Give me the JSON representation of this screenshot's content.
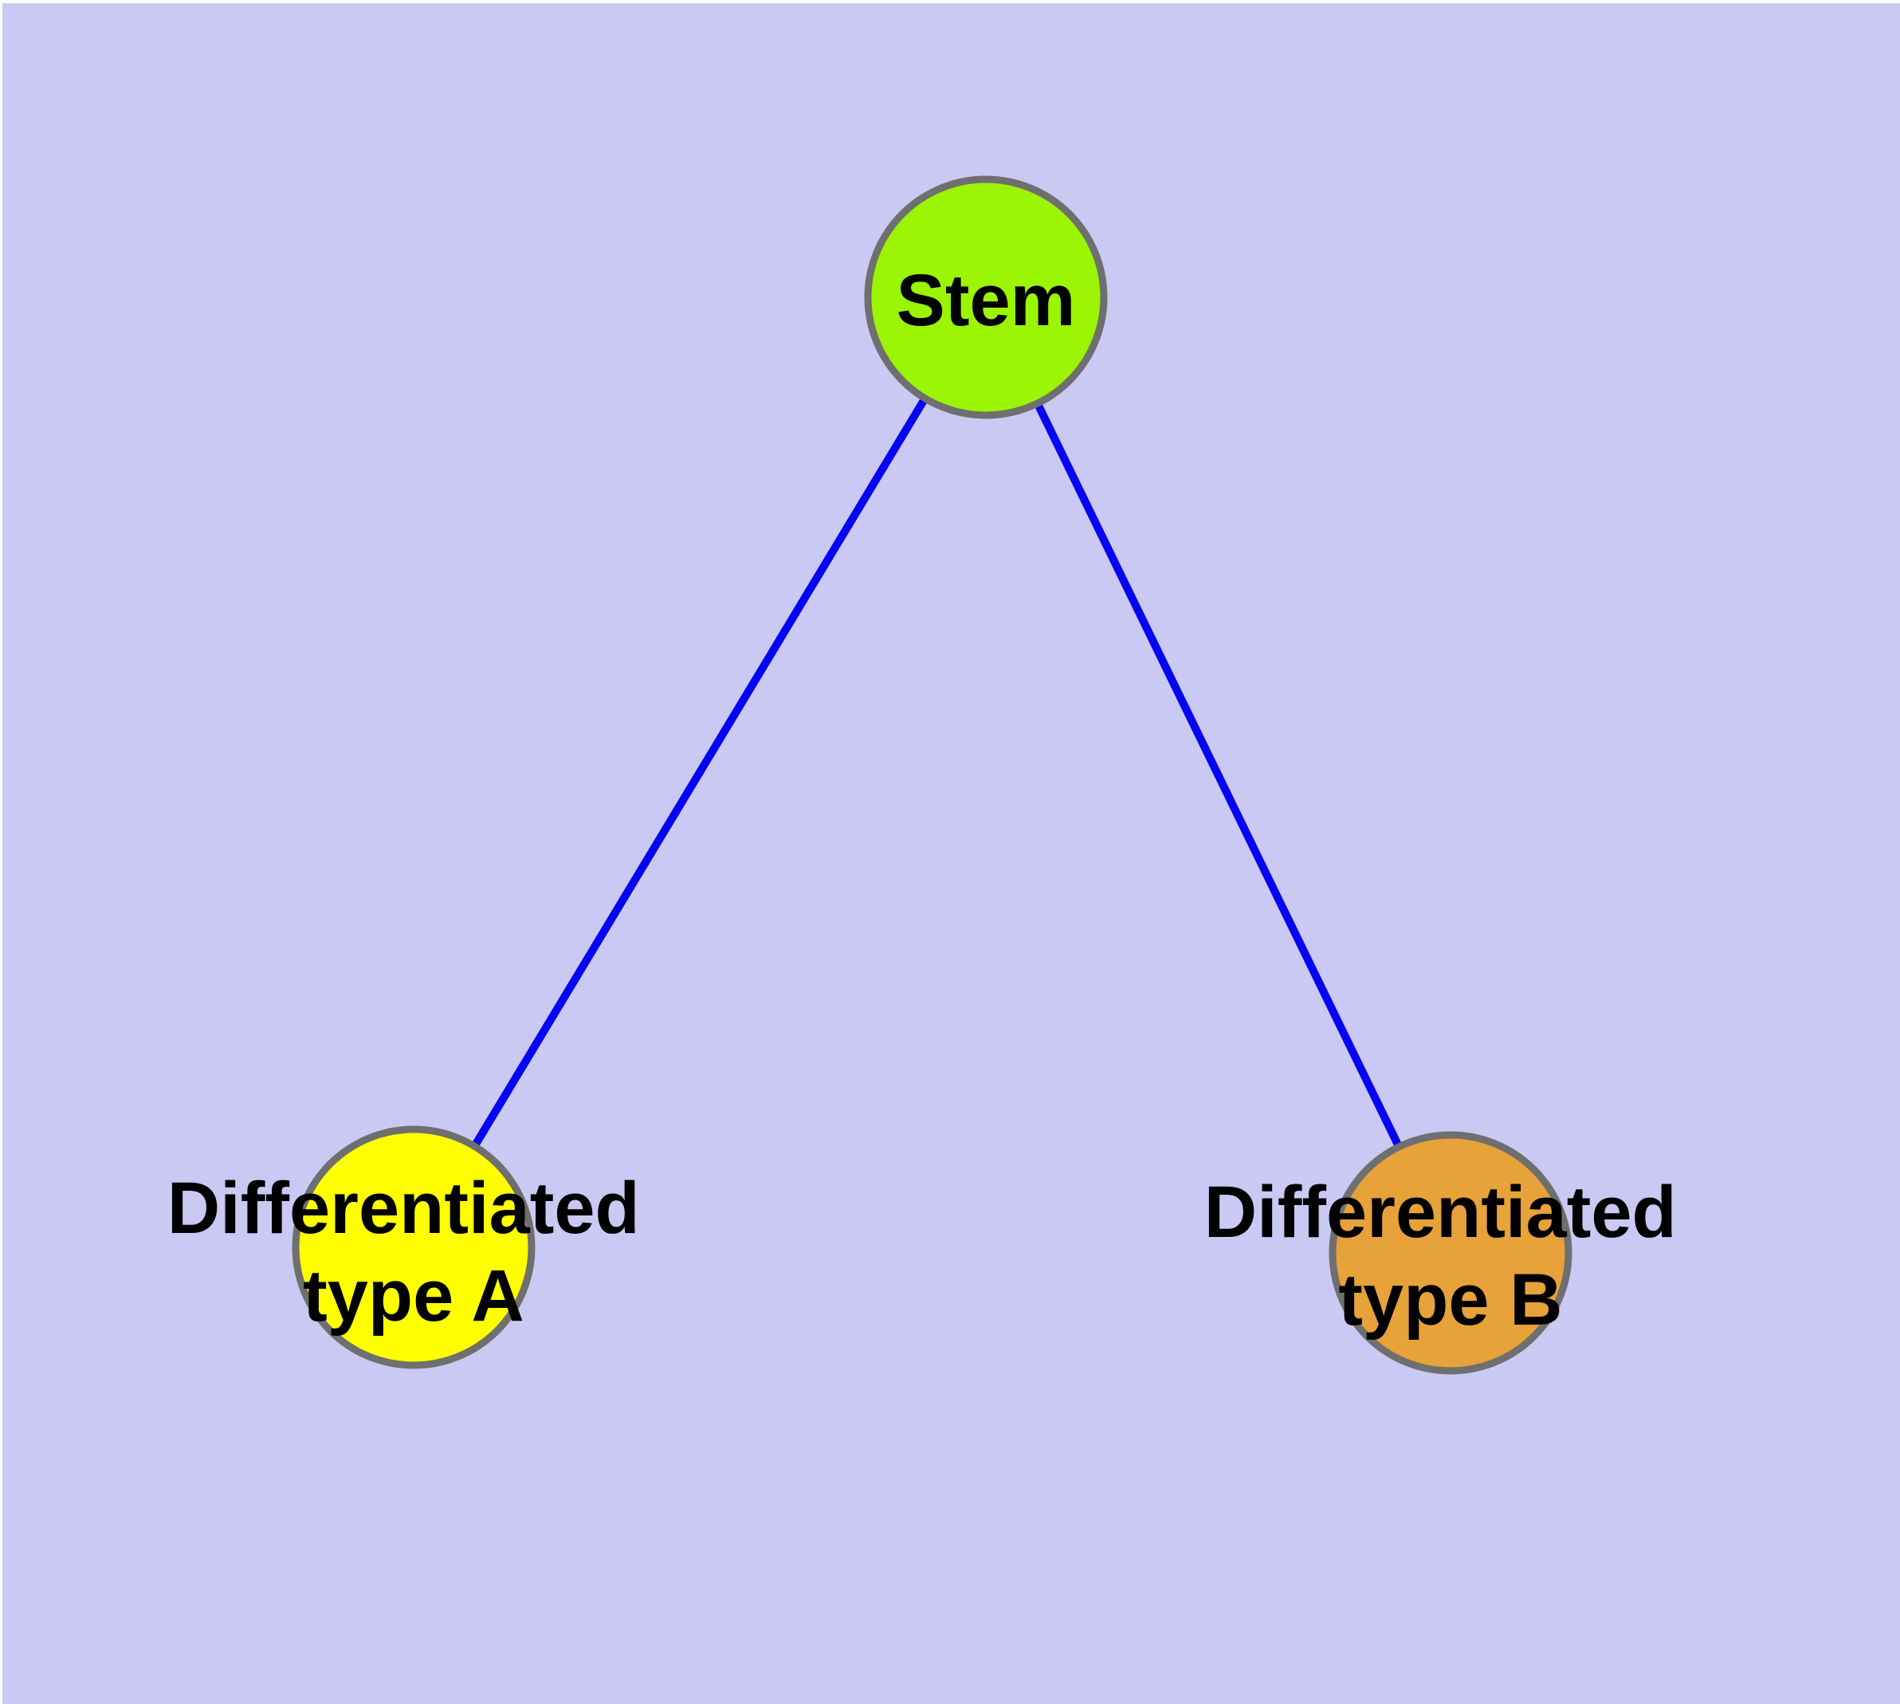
{
  "canvas": {
    "background_color": "#C9C9F3",
    "margin_color": "#FDFDFD"
  },
  "diagram": {
    "type": "node-link-graph",
    "description": "Cell differentiation lineage: one stem node branching to two differentiated cell type nodes",
    "edge_color": "#0404F2",
    "node_border_color": "#6F6F6F",
    "label_color": "#000000",
    "nodes": [
      {
        "id": "stem",
        "label": "Stem",
        "fill_color": "#9BF402"
      },
      {
        "id": "differentiated-type-a",
        "label": "Differentiated type A",
        "label_lines": [
          "Differentiated",
          "type A"
        ],
        "fill_color": "#FFFF00"
      },
      {
        "id": "differentiated-type-b",
        "label": "Differentiated type B",
        "label_lines": [
          "Differentiated",
          "type B"
        ],
        "fill_color": "#E7A239"
      }
    ],
    "edges": [
      {
        "from": "stem",
        "to": "differentiated-type-a"
      },
      {
        "from": "stem",
        "to": "differentiated-type-b"
      }
    ]
  }
}
